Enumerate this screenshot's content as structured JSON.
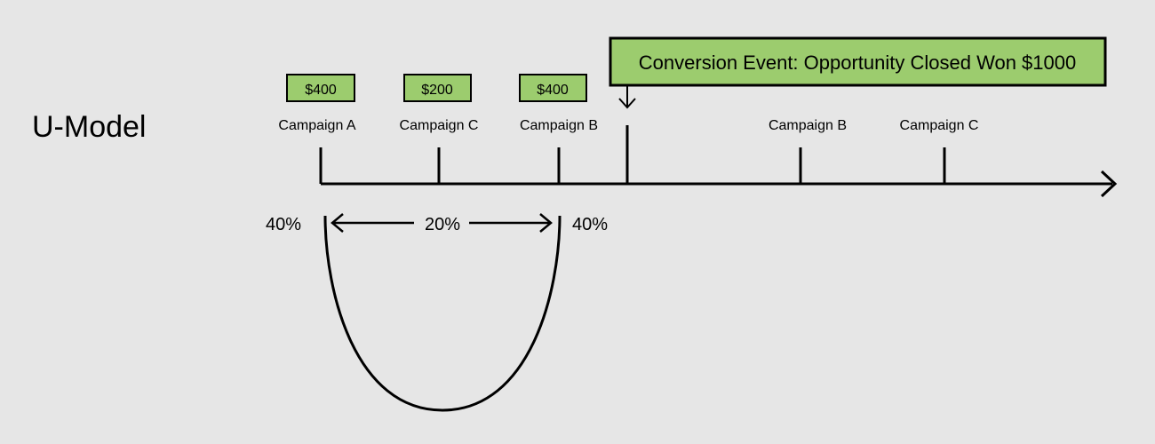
{
  "title": "U-Model",
  "conversion_event": {
    "label": "Conversion Event: Opportunity Closed Won $1000"
  },
  "touchpoints": [
    {
      "campaign": "Campaign A",
      "credit": "$400"
    },
    {
      "campaign": "Campaign C",
      "credit": "$200"
    },
    {
      "campaign": "Campaign B",
      "credit": "$400"
    },
    {
      "campaign": "Campaign B",
      "credit": ""
    },
    {
      "campaign": "Campaign C",
      "credit": ""
    }
  ],
  "weights": {
    "first": "40%",
    "middle": "20%",
    "last": "40%"
  },
  "colors": {
    "background": "#e6e6e6",
    "credit_fill": "#9ccc6e",
    "line": "#000000"
  }
}
